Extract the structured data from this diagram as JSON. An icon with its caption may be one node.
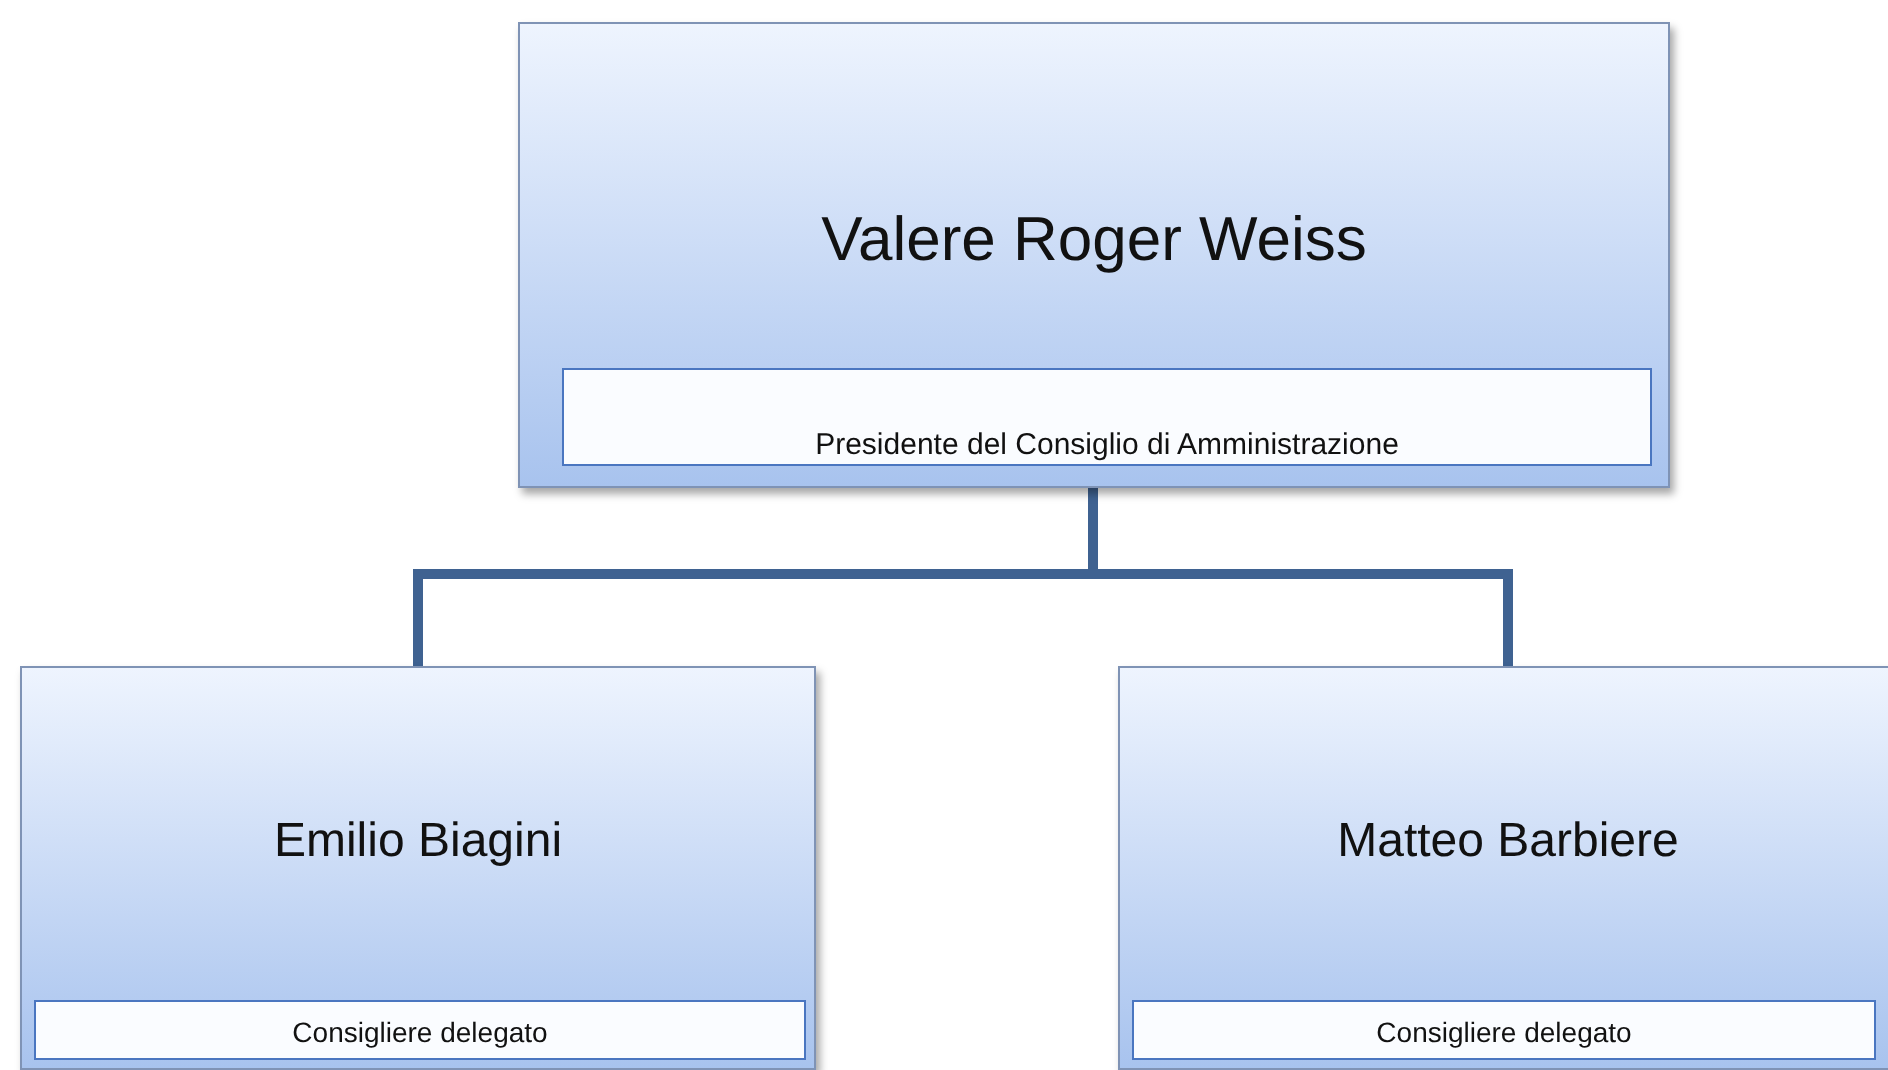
{
  "diagram": {
    "nodes": [
      {
        "text": [
          "Valere Roger Weiss"
        ]
      },
      {
        "text": [
          "Presidente del Consiglio di Amministrazione"
        ],
        "in": 0
      },
      {
        "text": [
          "Emilio Biagini"
        ]
      },
      {
        "text": [
          "Consigliere delegato"
        ],
        "in": 2
      },
      {
        "text": [
          "Matteo Barbiere"
        ]
      },
      {
        "text": [
          "Consigliere delegato"
        ],
        "in": 4
      }
    ],
    "edges": [
      {
        "from": 0,
        "to": 2,
        "arrow": "none"
      },
      {
        "from": 0,
        "to": 4,
        "arrow": "none"
      }
    ]
  }
}
